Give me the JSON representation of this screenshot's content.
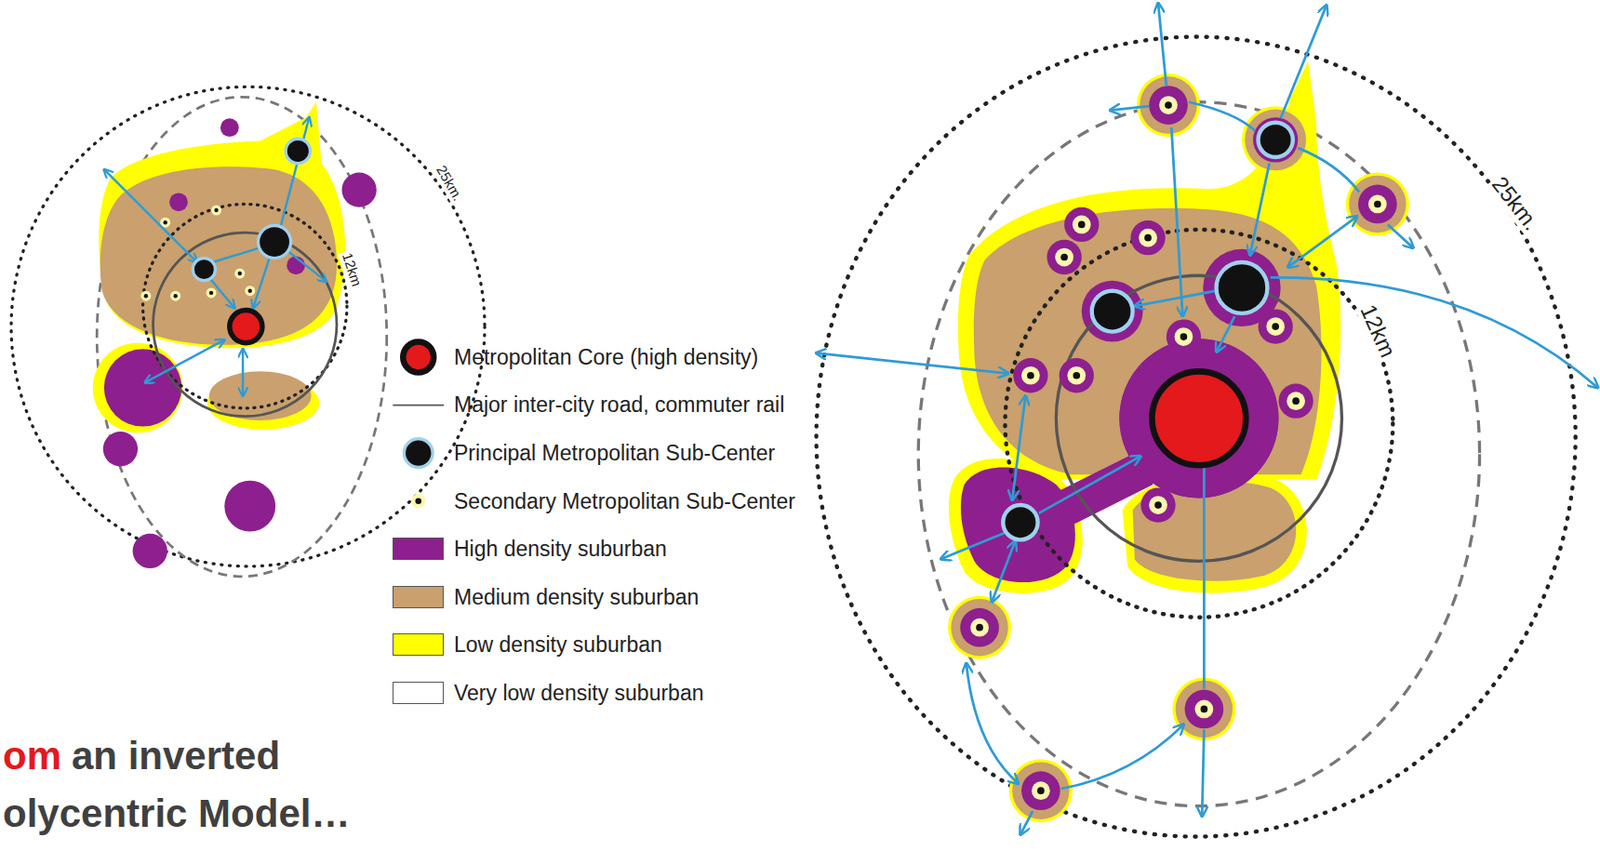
{
  "diagram": {
    "labels": [
      "25km.",
      "12km",
      "25km.",
      "12km",
      "om",
      "an inverted",
      "olycentric Model…"
    ],
    "legend": [
      {
        "text": "Metropolitan Core (high density)"
      },
      {
        "text": "Major inter-city road, commuter rail"
      },
      {
        "text": "Principal Metropolitan Sub-Center"
      },
      {
        "text": "Secondary Metropolitan Sub-Center"
      },
      {
        "text": "High density suburban",
        "color": "#8e1f8e"
      },
      {
        "text": "Medium density suburban",
        "color": "#c9a06e"
      },
      {
        "text": "Low density suburban",
        "color": "#ffff00"
      },
      {
        "text": "Very low density suburban",
        "color": "#ffffff"
      }
    ]
  }
}
